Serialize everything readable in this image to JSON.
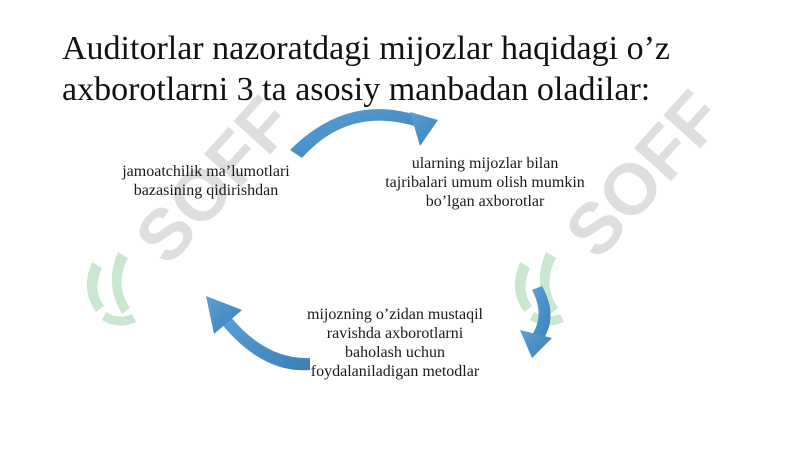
{
  "slide": {
    "title": "Auditorlar nazoratdagi mijozlar haqidagi o’z axborotlarni 3 ta asosiy manbadan oladilar:",
    "watermark": {
      "text": "SOFF",
      "color": "#bfbfbf",
      "logo_color": "#9ed3a8"
    },
    "cycle": {
      "arrow_color": "#4a90c8",
      "sources": [
        {
          "label": "jamoatchilik ma’lumotlari bazasining qidirishdan"
        },
        {
          "label": "ularning mijozlar bilan tajribalari umum olish mumkin bo’lgan axborotlar"
        },
        {
          "label": "mijozning o’zidan mustaqil ravishda axborotlarni baholash uchun foydalaniladigan metodlar"
        }
      ]
    }
  }
}
